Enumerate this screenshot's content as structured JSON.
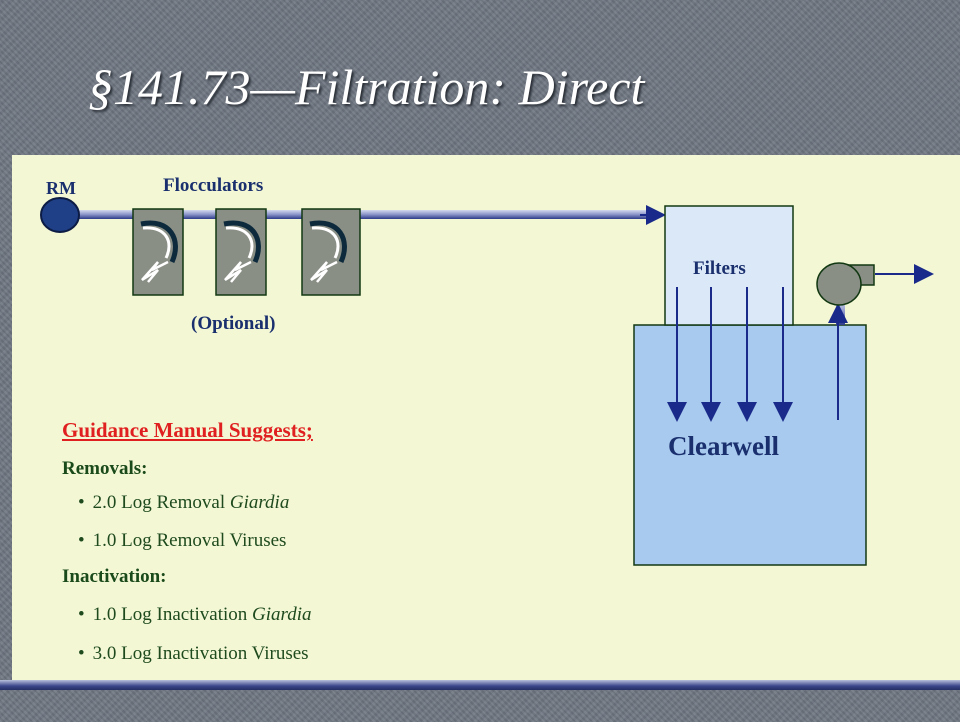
{
  "slide": {
    "title": "§141.73—Filtration:  Direct"
  },
  "diagram": {
    "rm_label": "RM",
    "flocculators_label": "Flocculators",
    "optional_label": "(Optional)",
    "filters_label": "Filters",
    "clearwell_label": "Clearwell"
  },
  "guidance": {
    "heading": "Guidance Manual Suggests;",
    "removals_header": "Removals:",
    "removals": [
      {
        "text": "2.0 Log Removal ",
        "organism": "Giardia"
      },
      {
        "text": "1.0 Log Removal Viruses",
        "organism": ""
      }
    ],
    "inactivation_header": "Inactivation:",
    "inactivation": [
      {
        "text": "1.0 Log Inactivation ",
        "organism": "Giardia"
      },
      {
        "text": "3.0 Log Inactivation Viruses",
        "organism": ""
      }
    ],
    "bullet": "•"
  },
  "colors": {
    "title_text": "#ffffff",
    "content_bg": "#f3f7d4",
    "guidance_heading": "#e02020",
    "pipe": "#1a2a8a",
    "clearwell_fill": "#a8caef",
    "filter_fill": "#dbe8f7",
    "flocculator_fill": "#8a8f86",
    "pump_fill": "#8a8f86"
  }
}
